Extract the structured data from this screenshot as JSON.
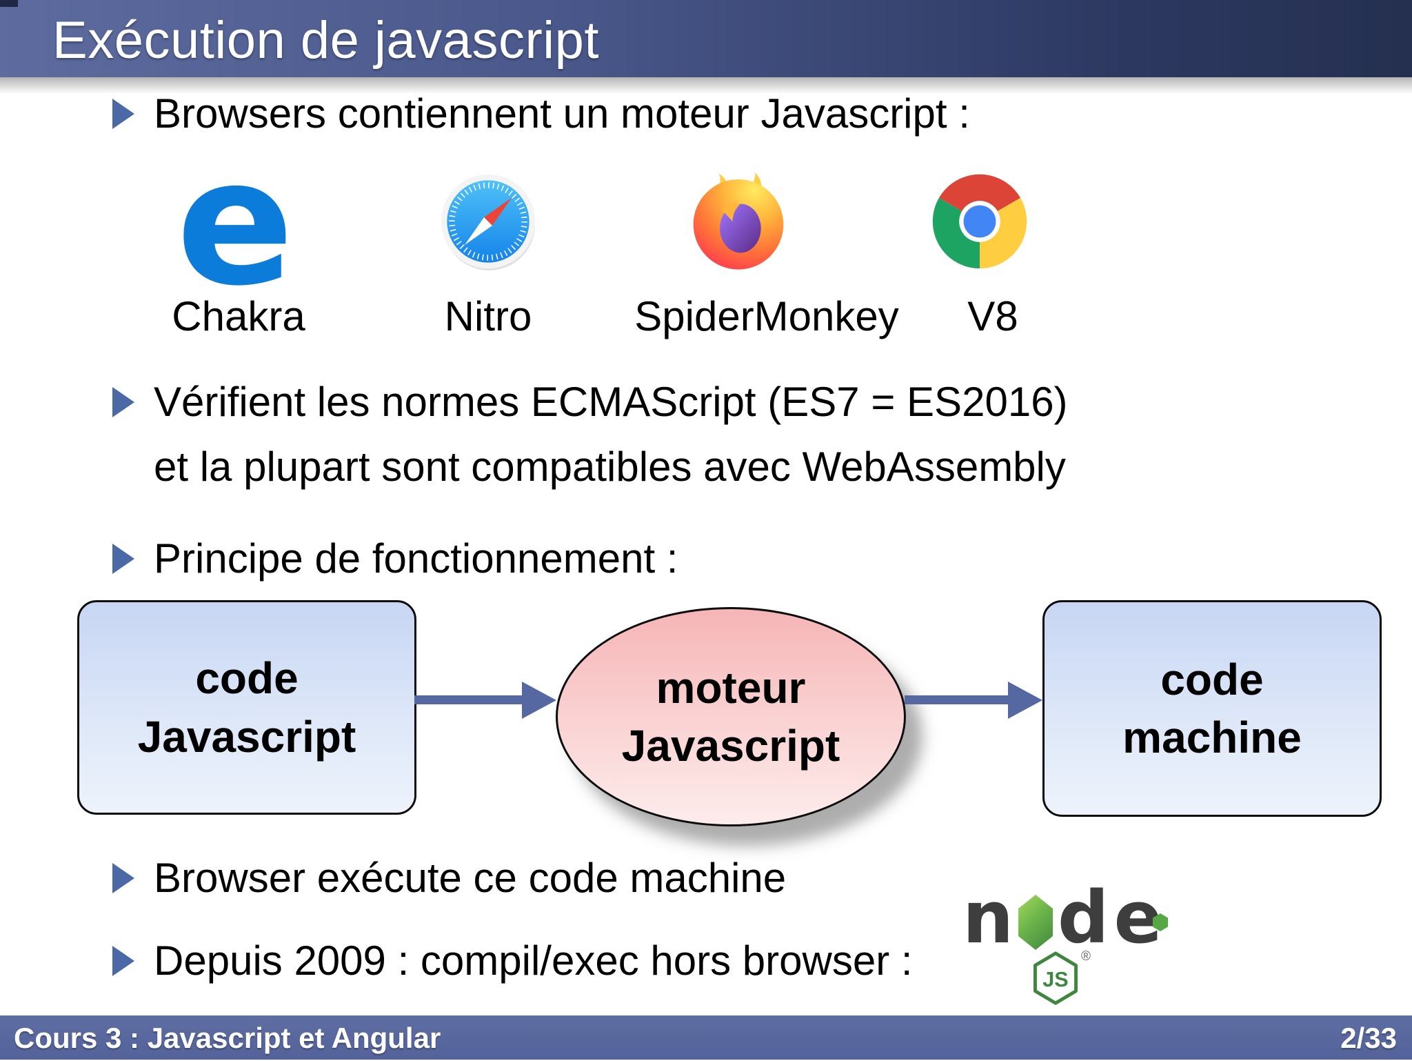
{
  "header": {
    "title": "Exécution de javascript"
  },
  "bullets": {
    "b1": "Browsers contiennent un moteur Javascript :",
    "b2_line1": "Vérifient les normes ECMAScript (ES7 = ES2016)",
    "b2_line2": "et la plupart sont compatibles avec WebAssembly",
    "b3": "Principe de fonctionnement :",
    "b4": "Browser exécute ce code machine",
    "b5": "Depuis 2009 : compil/exec hors browser :"
  },
  "engines": [
    {
      "browser": "Microsoft Edge",
      "icon": "edge-logo",
      "label": "Chakra"
    },
    {
      "browser": "Safari",
      "icon": "safari-logo",
      "label": "Nitro"
    },
    {
      "browser": "Firefox",
      "icon": "firefox-logo",
      "label": "SpiderMonkey"
    },
    {
      "browser": "Chrome",
      "icon": "chrome-logo",
      "label": "V8"
    }
  ],
  "diagram": {
    "source_box": {
      "line1": "code",
      "line2": "Javascript"
    },
    "engine_ellipse": {
      "line1": "moteur",
      "line2": "Javascript"
    },
    "target_box": {
      "line1": "code",
      "line2": "machine"
    }
  },
  "node_logo": {
    "letter_n": "n",
    "letter_d": "d",
    "letter_e": "e",
    "js_badge": "JS",
    "registered_mark": "®"
  },
  "footer": {
    "course": "Cours 3 : Javascript et Angular",
    "page": "2/33"
  },
  "colors": {
    "header_gradient_left": "#5d6b9e",
    "header_gradient_right": "#253050",
    "footer_background": "#53629a",
    "bullet_marker": "#4a69a6",
    "arrow": "#5568a2",
    "box_fill_top": "#c7d6f3",
    "box_fill_bottom": "#eef3fb",
    "ellipse_fill_top": "#f6b5b6",
    "ellipse_fill_bottom": "#fdecec",
    "edge_blue": "#0b7cd9",
    "safari_blue": "#2e9bf2",
    "firefox_orange": "#ff7139",
    "firefox_purple": "#6a3b9c",
    "chrome_red": "#db4437",
    "chrome_yellow": "#ffcd40",
    "chrome_green": "#1da462",
    "chrome_blue": "#4285f4",
    "node_green": "#3f873f",
    "node_dark": "#3e3e3e"
  }
}
